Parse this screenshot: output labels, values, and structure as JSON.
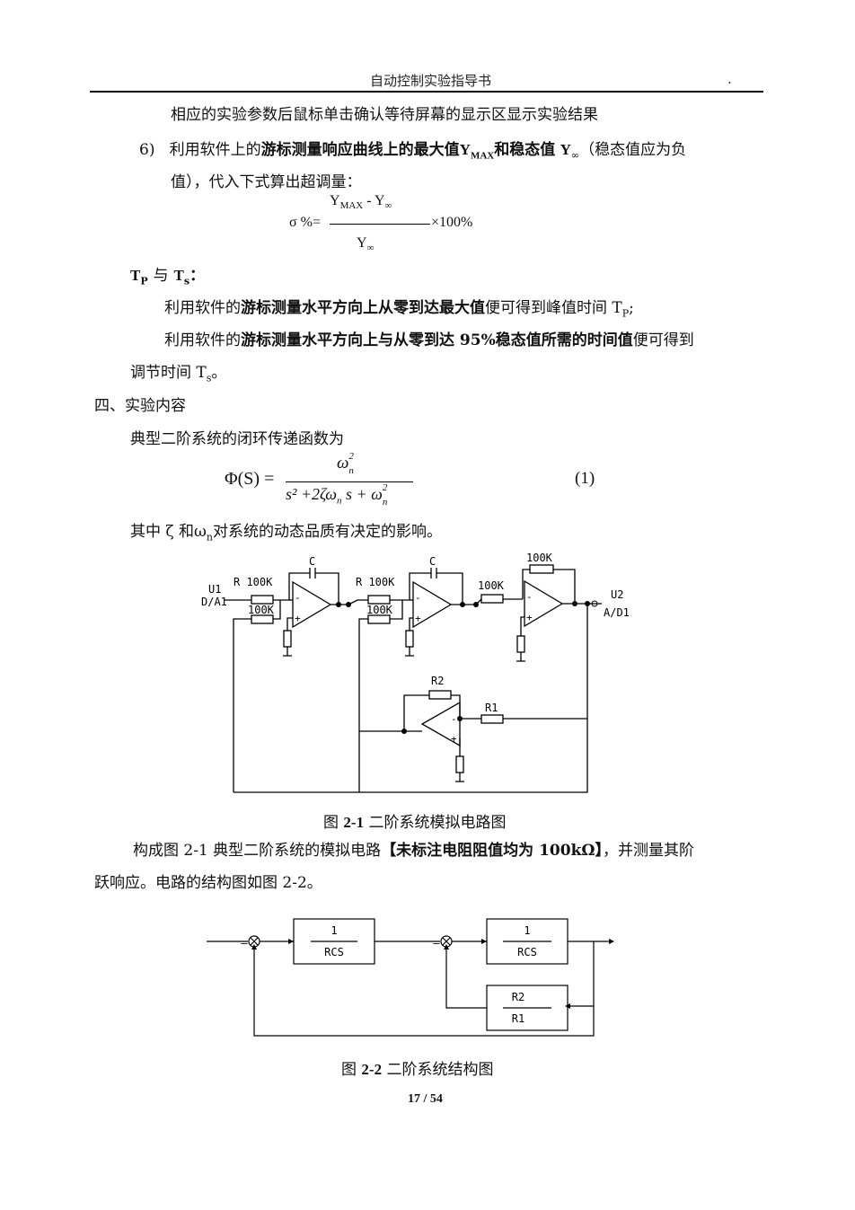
{
  "header": {
    "title": "自动控制实验指导书",
    "dot": "."
  },
  "p1": "相应的实验参数后鼠标单击确认等待屏幕的显示区显示实验结果",
  "step6": {
    "num": "6)",
    "a": "利用软件上的",
    "b": "游标测量响应曲线上的最大值",
    "c": "Y",
    "d": "MAX",
    "e": "和稳态值",
    "f": "Y",
    "g": "∞",
    "h": "（稳态值应为负",
    "line2": "值），代入下式算出超调量："
  },
  "formula1": {
    "numer_a": "Y",
    "numer_b": "MAX",
    "numer_c": "- Y",
    "numer_d": "∞",
    "left": "σ %=",
    "right": "×100%",
    "denom_a": "Y",
    "denom_b": "∞"
  },
  "tpts": {
    "a": "T",
    "b": "P",
    "c": "与",
    "d": "T",
    "e": "s",
    "f": "："
  },
  "l1": {
    "a": "利用软件的",
    "b": "游标测量水平方向上从零到达最大值",
    "c": "便可得到峰值时间 T",
    "d": "P",
    "e": ";"
  },
  "l2": {
    "a": "利用软件的",
    "b": "游标测量水平方向上与从零到达 95%稳态值所需的时间值",
    "c": "便可得到"
  },
  "l3": {
    "a": "调节时间 T",
    "b": "s",
    "c": "。"
  },
  "section4": "四、实验内容",
  "p_tf": "典型二阶系统的闭环传递函数为",
  "eq1": {
    "phi": "Φ(S) =",
    "num": "ω",
    "num_sub": "n",
    "num_sup": "2",
    "den": "s² +2ζω",
    "den_sub": "n",
    "den2": "s + ω",
    "den2_sub": "n",
    "den2_sup": "2",
    "no": "(1)"
  },
  "p_zeta": {
    "a": "其中  ζ  和ω",
    "b": "n",
    "c": "对系统的动态品质有决定的影响。"
  },
  "circuit": {
    "u1": "U1",
    "da1": "D/A1",
    "r100k_1": "R 100K",
    "c1": "C",
    "r100k_2": "100K",
    "r100k_3": "R 100K",
    "c2": "C",
    "r100k_4": "100K",
    "r100k_5": "100K",
    "r100k_6": "100K",
    "u2": "U2",
    "ad1": "A/D1",
    "r2": "R2",
    "r1": "R1"
  },
  "fig1": {
    "a": "图 ",
    "b": "2-1",
    "c": " 二阶系统模拟电路图"
  },
  "p_build": {
    "a": "构成图 2-1 典型二阶系统的模拟电路",
    "b": "【未标注电阻阻值均为 100kΩ】",
    "c": "，并测量其阶",
    "line2": "跃响应。电路的结构图如图 2-2。"
  },
  "block": {
    "num1": "1",
    "den1": "RCS",
    "num2": "1",
    "den2": "RCS",
    "fb_num": "R2",
    "fb_den": "R1",
    "minus1": "–",
    "minus2": "–"
  },
  "fig2": {
    "a": "图 ",
    "b": "2-2",
    "c": " 二阶系统结构图"
  },
  "footer": "17 / 54"
}
